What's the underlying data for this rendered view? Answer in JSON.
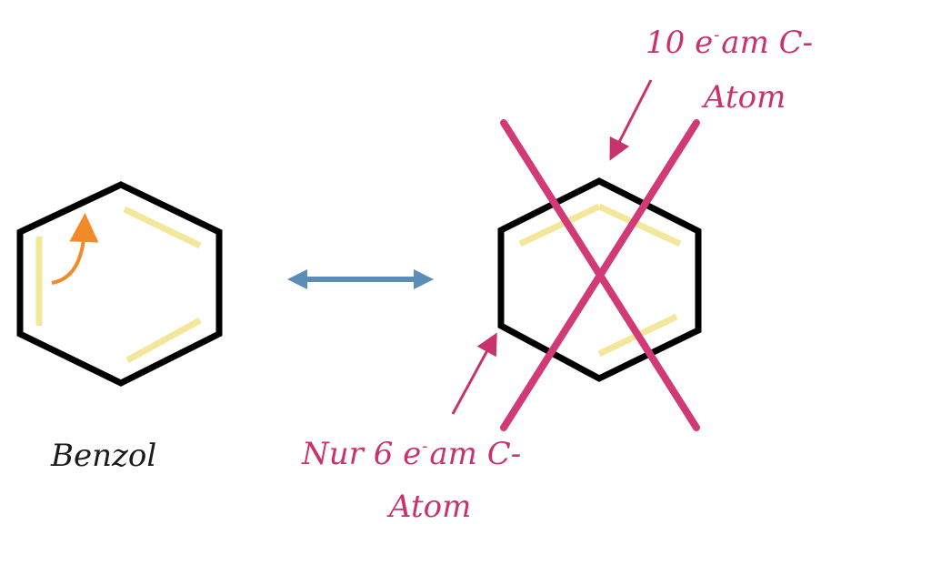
{
  "labels": {
    "benzene": "Benzol",
    "top_annotation": {
      "line1_number": "10",
      "line1_e": "e",
      "line1_sup": "-",
      "line1_rest": "am C-",
      "line2": "Atom"
    },
    "bottom_annotation": {
      "line1_prefix": "Nur 6",
      "line1_e": "e",
      "line1_sup": "-",
      "line1_rest": "am C-",
      "line2": "Atom"
    }
  },
  "colors": {
    "ring_stroke": "#000000",
    "double_bond": "#f2e79a",
    "electron_shift_arrow": "#f28a2a",
    "resonance_arrow": "#5b8db7",
    "annotation": "#c8336e",
    "cross_out": "#d13a77"
  }
}
